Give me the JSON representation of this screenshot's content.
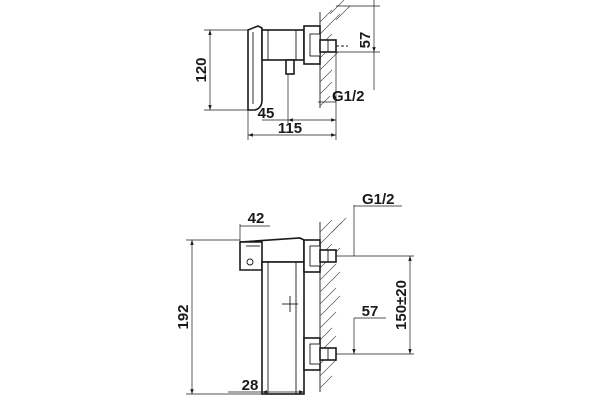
{
  "top_view": {
    "dim_height": "120",
    "dim_inlet_height": "57",
    "dim_offset": "45",
    "dim_depth": "115",
    "thread": "G1/2"
  },
  "front_view": {
    "dim_top_offset": "42",
    "dim_height": "192",
    "dim_spacing": "150±20",
    "dim_inlet": "57",
    "dim_bottom_offset": "28",
    "thread": "G1/2"
  },
  "colors": {
    "line": "#1a1a1a",
    "background": "#ffffff"
  }
}
